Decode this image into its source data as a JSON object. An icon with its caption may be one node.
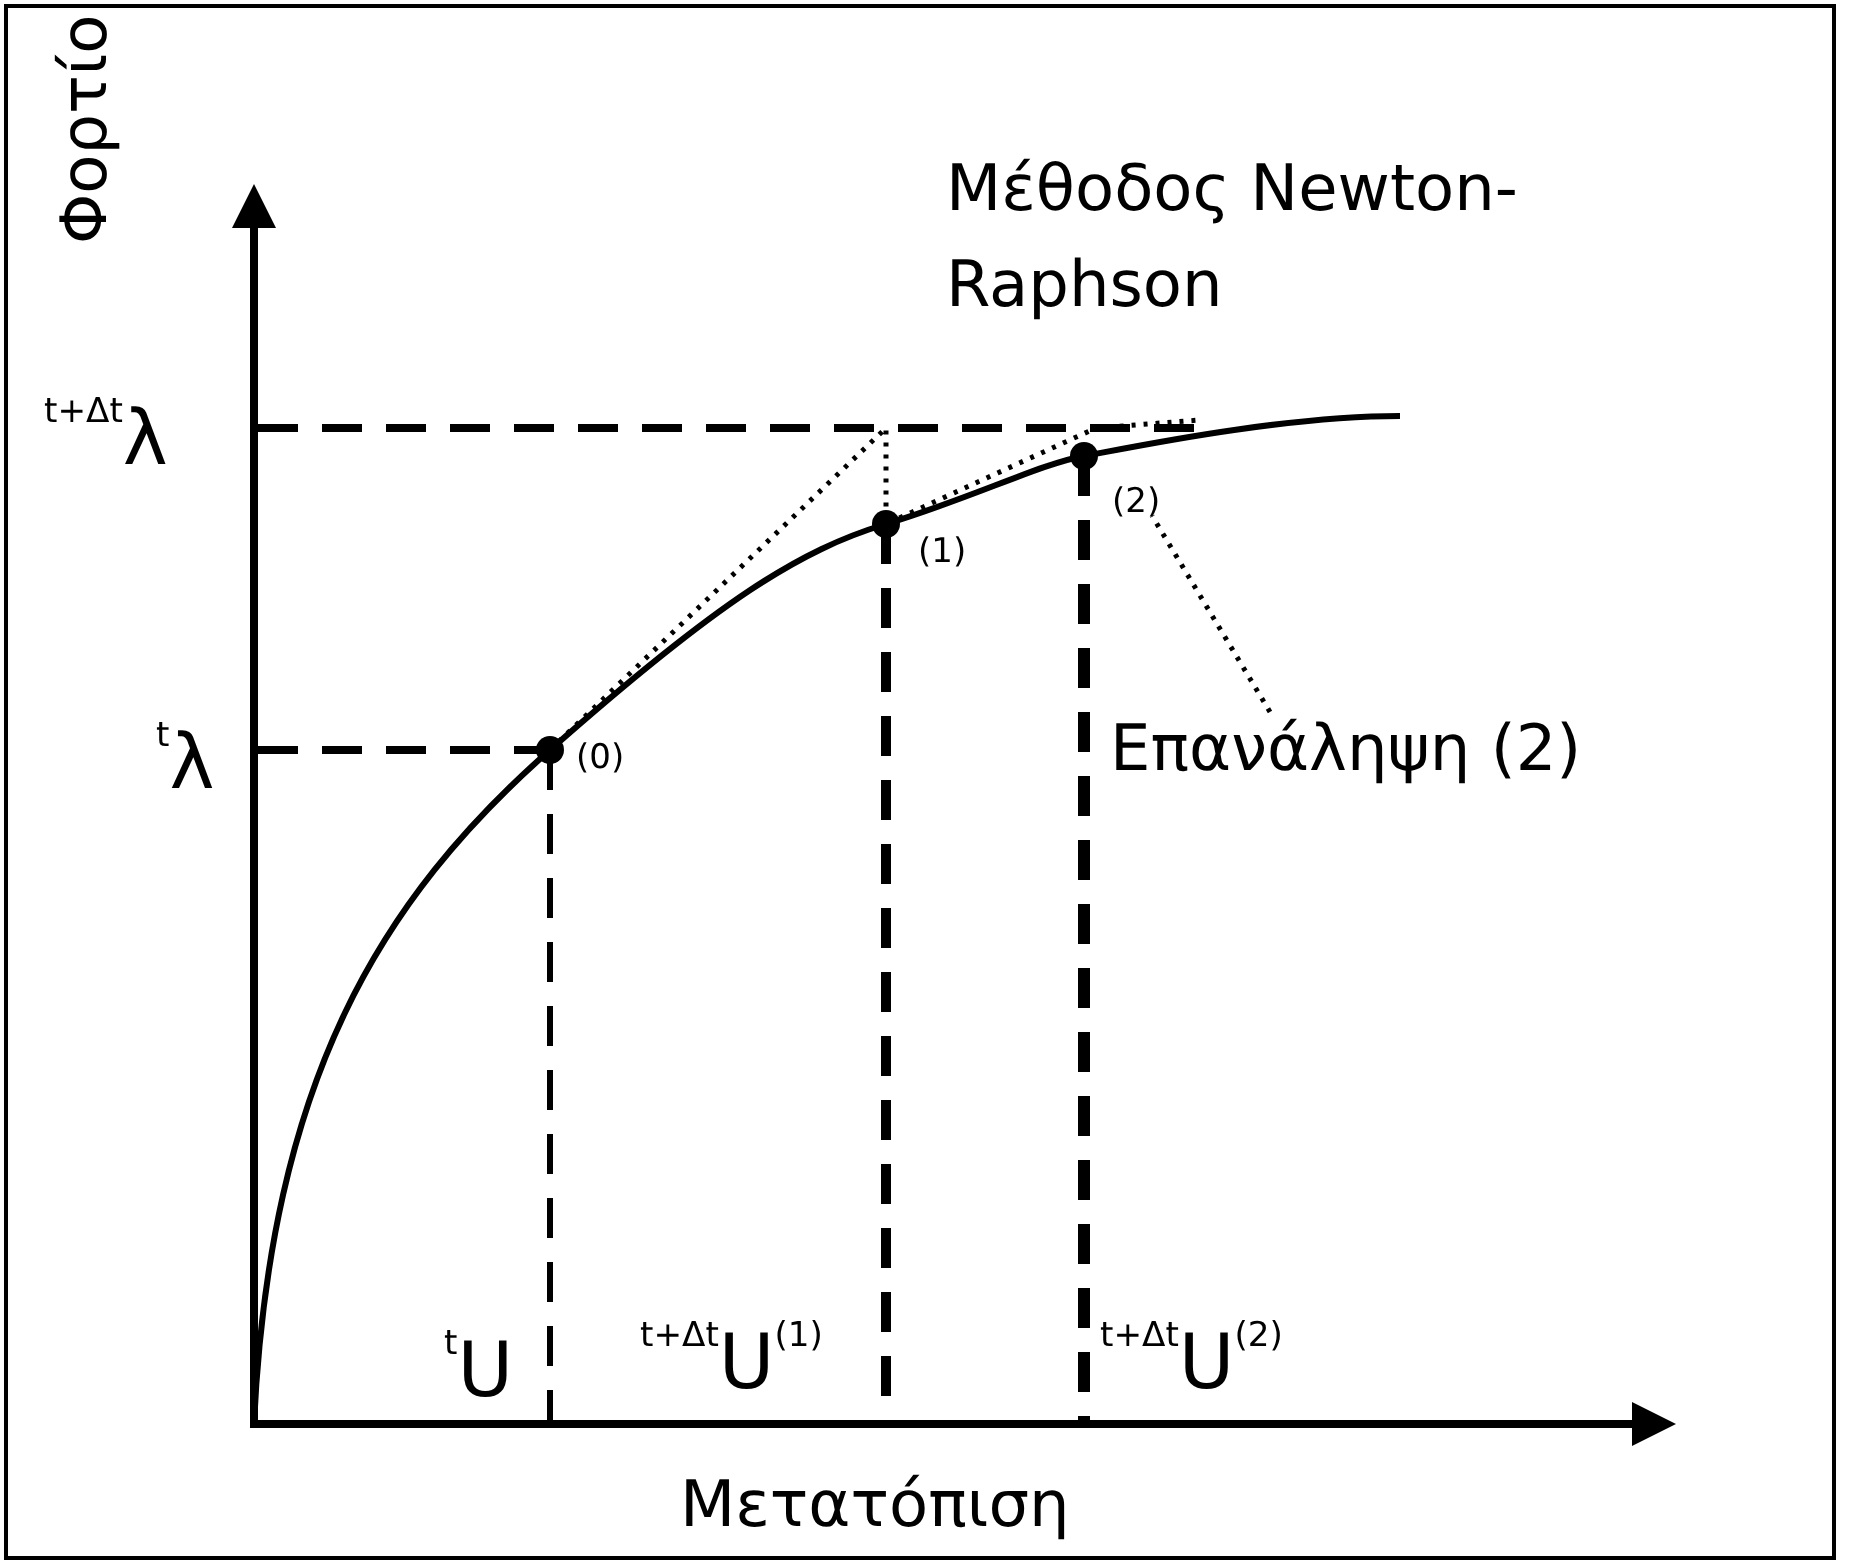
{
  "diagram": {
    "title": "Μέθοδος Newton-Raphson",
    "nodes": [
      {
        "text": [
          "Επανάληψη (2)"
        ]
      },
      {
        "text": [
          "(2)"
        ]
      }
    ],
    "edges": [
      {
        "from": 0,
        "to": 1,
        "arrow": "none",
        "style": "dashed"
      }
    ],
    "labels": [
      "Φορτίο",
      "$^{t+Δt}$λ",
      "$^{t}$λ",
      "(1)",
      "(0)",
      "$^{t}$U",
      "$^{t+Δt}$U$^{(1)}$",
      "$^{t+Δt}$U$^{(2)}$",
      "Μετατόπιση"
    ]
  }
}
